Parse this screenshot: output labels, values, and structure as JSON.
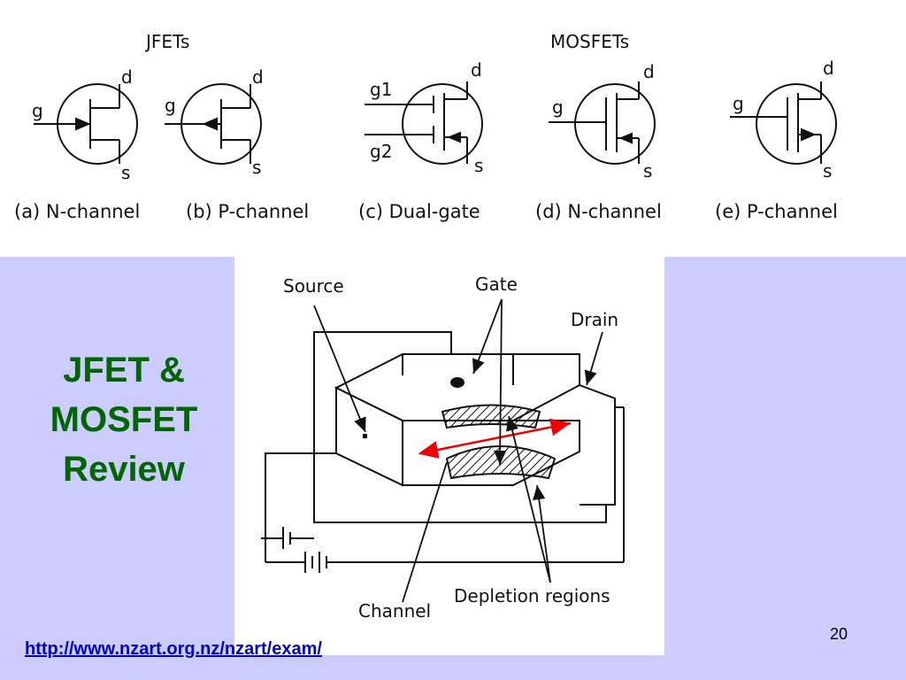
{
  "slide": {
    "title_lines": [
      "JFET &",
      "MOSFET",
      "Review"
    ],
    "page_number": "20",
    "source_link": "http://www.nzart.org.nz/nzart/exam/"
  },
  "symbols": {
    "group_jfet": "JFETs",
    "group_mosfet": "MOSFETs",
    "terminals": {
      "gate": "g",
      "drain": "d",
      "source": "s",
      "gate1": "g1",
      "gate2": "g2"
    },
    "captions": [
      "(a) N-channel",
      "(b) P-channel",
      "(c) Dual-gate",
      "(d) N-channel",
      "(e) P-channel"
    ]
  },
  "jfet_diagram": {
    "labels": {
      "source": "Source",
      "gate": "Gate",
      "drain": "Drain",
      "channel": "Channel",
      "depletion": "Depletion regions"
    },
    "arrow_color": "#ee0000"
  }
}
